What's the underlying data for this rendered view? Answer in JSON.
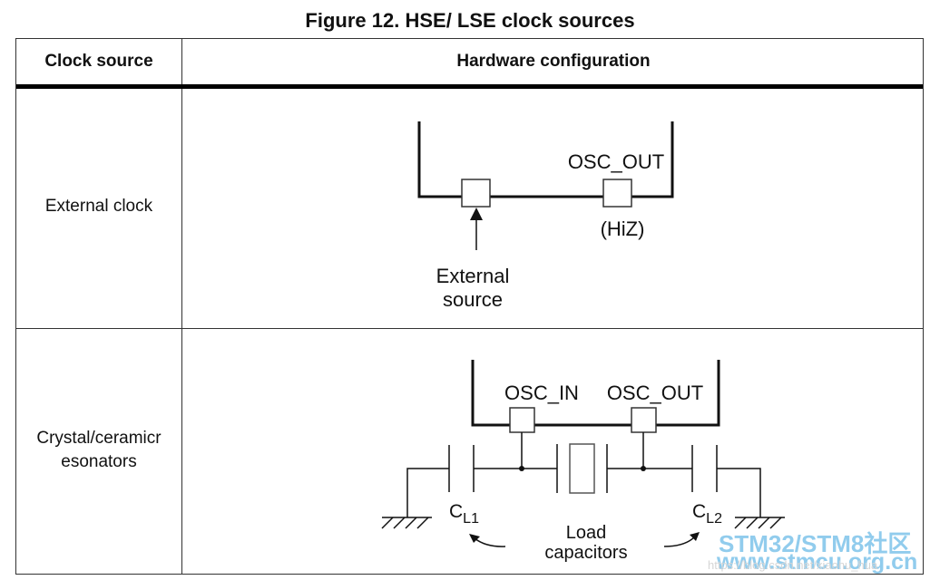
{
  "figure": {
    "title": "Figure 12. HSE/ LSE clock sources"
  },
  "table": {
    "headers": [
      "Clock source",
      "Hardware configuration"
    ],
    "rows": [
      {
        "clock_source": "External clock",
        "diagram": {
          "pin_label": "OSC_OUT",
          "pin_state": "(HiZ)",
          "source_label_line1": "External",
          "source_label_line2": "source"
        }
      },
      {
        "clock_source_line1": "Crystal/ceramicr",
        "clock_source_line2": "esonators",
        "diagram": {
          "pin_in_label": "OSC_IN",
          "pin_out_label": "OSC_OUT",
          "cap1_label": "C",
          "cap1_sub": "L1",
          "cap2_label": "C",
          "cap2_sub": "L2",
          "load_line1": "Load",
          "load_line2": "capacitors"
        }
      }
    ]
  },
  "watermark": {
    "line1": "STM32/STM8社区",
    "line2": "www.stmcu.org.cn",
    "line3": "https://blog.csdn.net/xiaohu_hua"
  }
}
